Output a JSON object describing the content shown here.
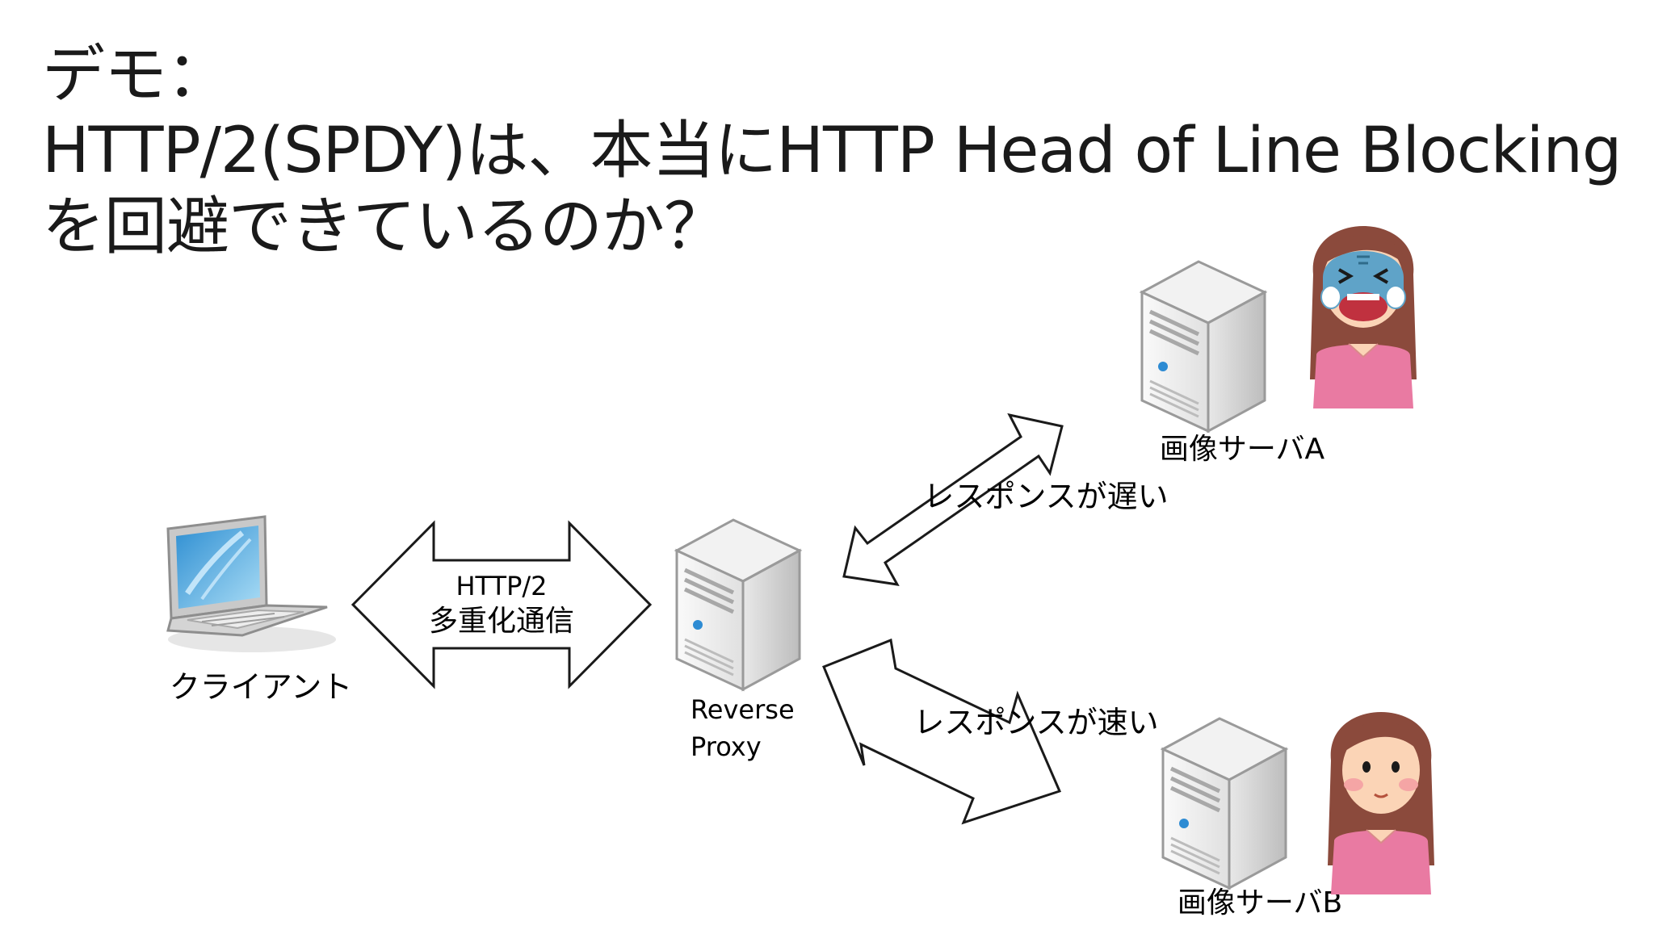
{
  "title": {
    "line1": "デモ：",
    "line2": "HTTP/2(SPDY)は、本当にHTTP Head of Line Blocking",
    "line3": "を回避できているのか？"
  },
  "nodes": {
    "client": "クライアント",
    "proxy_line1": "Reverse",
    "proxy_line2": "Proxy",
    "server_a": "画像サーバA",
    "server_b": "画像サーバB"
  },
  "arrows": {
    "multiplex_line1": "HTTP/2",
    "multiplex_line2": "多重化通信",
    "slow_response": "レスポンスが遅い",
    "fast_response": "レスポンスが速い"
  },
  "colors": {
    "server_body": "#d9d9d9",
    "laptop_screen": "#5fb6e6",
    "person_shirt": "#e97aa2",
    "person_hair": "#8b4a3c",
    "sad_face": "#5fa3c8"
  }
}
